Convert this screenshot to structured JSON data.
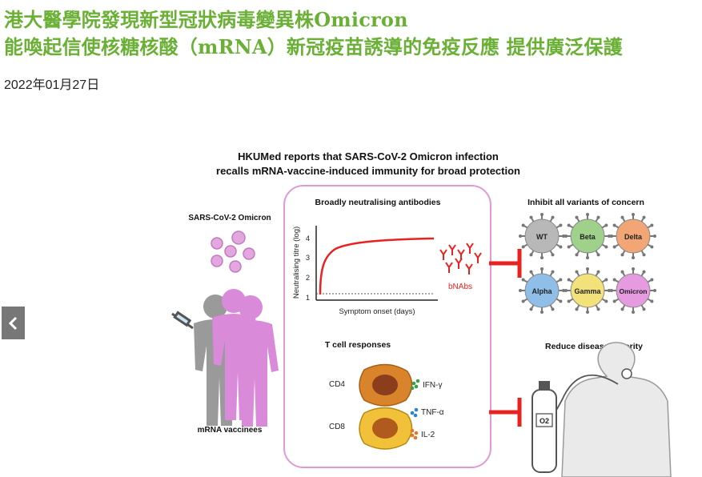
{
  "article": {
    "title_line1": "港大醫學院發現新型冠狀病毒變異株Omicron",
    "title_line2": "能喚起信使核糖核酸（mRNA）新冠疫苗誘導的免疫反應 提供廣泛保護",
    "date": "2022年01月27日"
  },
  "carousel": {
    "prev_icon": "chevron-left-icon"
  },
  "figure": {
    "heading_line1": "HKUMed reports that SARS-CoV-2 Omicron infection",
    "heading_line2": "recalls mRNA-vaccine-induced immunity for broad protection",
    "virus_label": "SARS-CoV-2 Omicron",
    "vaccinees_label": "mRNA vaccinees",
    "antibodies_heading": "Broadly neutralising antibodies",
    "y_axis_label": "Neutralising titre (log)",
    "x_axis_label": "Symptom onset (days)",
    "y_ticks": [
      "1",
      "2",
      "3",
      "4"
    ],
    "bnabs_label": "bNAbs",
    "tcell_heading": "T cell responses",
    "cd4_label": "CD4",
    "cd8_label": "CD8",
    "cytokines": [
      "IFN-γ",
      "TNF-α",
      "IL-2"
    ],
    "variants_heading": "Inhibit all variants of concern",
    "variants": [
      {
        "name": "WT",
        "color": "#b8b8b8"
      },
      {
        "name": "Beta",
        "color": "#9fd18a"
      },
      {
        "name": "Delta",
        "color": "#f2a676"
      },
      {
        "name": "Alpha",
        "color": "#8fbfe8"
      },
      {
        "name": "Gamma",
        "color": "#f3e27a"
      },
      {
        "name": "Omicron",
        "color": "#e69ae0"
      }
    ],
    "severity_heading": "Reduce disease severity",
    "oxygen_label": "O2",
    "colors": {
      "title_green": "#6ab035",
      "box_border": "#e19ad8",
      "curve_red": "#e8221e",
      "inhibit_red": "#e8221e",
      "vaccinee_pink": "#d98ad8",
      "vaccinee_grey": "#9a9a9a"
    }
  }
}
